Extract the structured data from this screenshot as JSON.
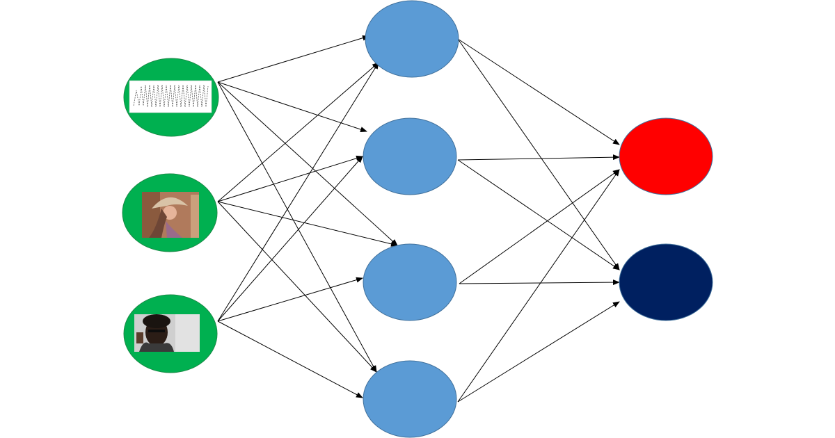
{
  "colors": {
    "background": "#ffffff",
    "input_node": "#00b050",
    "input_node_stroke": "#1a8a46",
    "hidden_node": "#5b9bd5",
    "hidden_node_stroke": "#41719c",
    "output_node_1": "#ff0000",
    "output_node_2": "#002060",
    "output_node_stroke": "#41719c",
    "edge": "#000000"
  },
  "nodes": {
    "inputs": [
      {
        "id": "input-1",
        "thumbnail": "waveform-icon"
      },
      {
        "id": "input-2",
        "thumbnail": "portrait-photo-icon"
      },
      {
        "id": "input-3",
        "thumbnail": "selfie-photo-icon"
      }
    ],
    "hidden": [
      {
        "id": "hidden-1"
      },
      {
        "id": "hidden-2"
      },
      {
        "id": "hidden-3"
      },
      {
        "id": "hidden-4"
      }
    ],
    "outputs": [
      {
        "id": "output-1",
        "color": "#ff0000"
      },
      {
        "id": "output-2",
        "color": "#002060"
      }
    ]
  },
  "connections": {
    "input_to_hidden": "fully-connected",
    "hidden_to_output": "fully-connected"
  }
}
